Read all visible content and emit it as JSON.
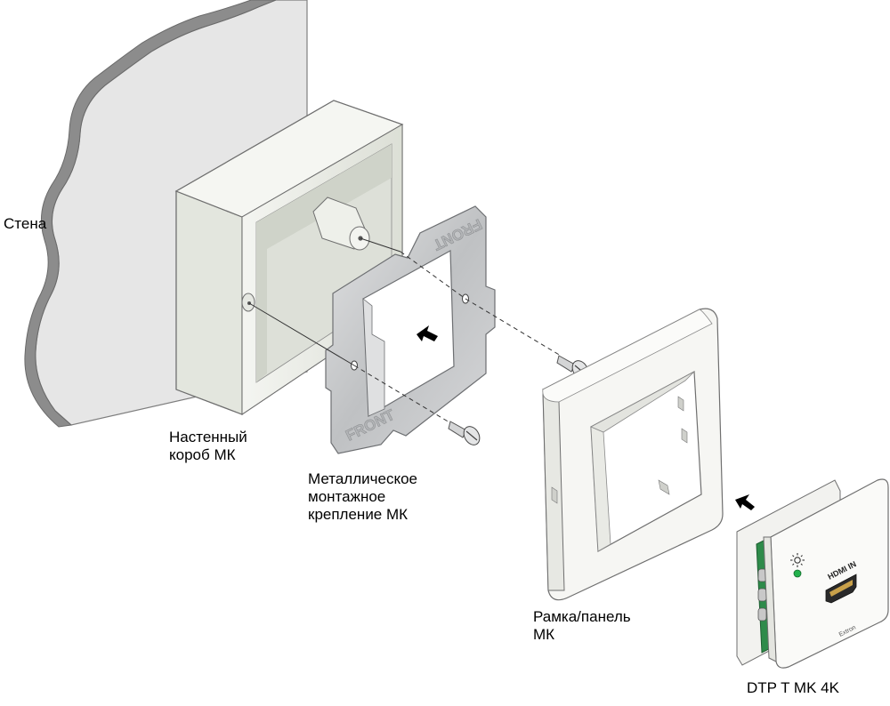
{
  "labels": {
    "wall": "Стена",
    "box": [
      "Настенный",
      "короб МК"
    ],
    "bracket": [
      "Металлическое",
      "монтажное",
      "крепление МК"
    ],
    "frame": [
      "Рамка/панель",
      "МК"
    ],
    "device": "DTP T MK 4K"
  },
  "bracket_text": {
    "top": "FRONT",
    "bottom": "FRONT"
  },
  "device_text": {
    "port": "HDMI IN",
    "brand": "Extron"
  },
  "colors": {
    "wall_fill": "#e6e6e6",
    "wall_edge": "#8a8a8a",
    "box_fill": "#eef0ea",
    "metal_fill": "#c9cbcd",
    "frame_fill": "#f6f6f3",
    "pcb": "#2e8b4a",
    "led": "#22b14c"
  },
  "icons": [
    "arrow-icon",
    "screw-icon",
    "sun-icon",
    "hdmi-port-icon"
  ]
}
